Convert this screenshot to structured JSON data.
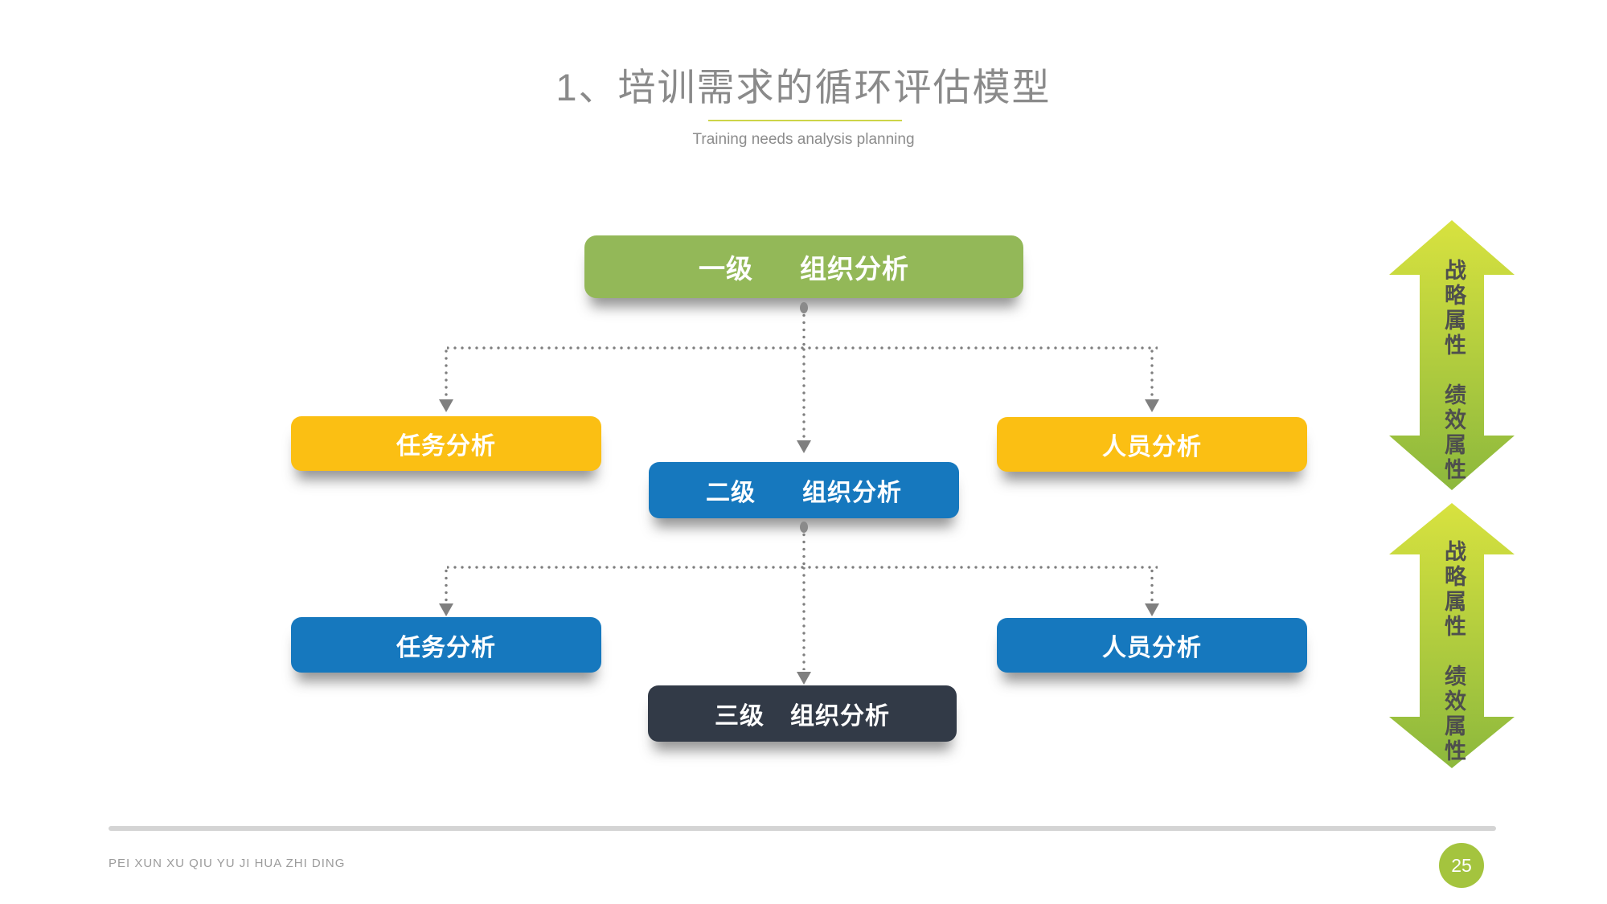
{
  "slide": {
    "title": "1、培训需求的循环评估模型",
    "subtitle": "Training needs analysis planning",
    "footer_text": "PEI XUN XU QIU YU JI HUA ZHI DING",
    "page_number": "25"
  },
  "diagram": {
    "nodes": {
      "level1": {
        "prefix": "一级",
        "label": "组织分析",
        "color": "#93b858"
      },
      "task_top": {
        "label": "任务分析",
        "color": "#fbbf13"
      },
      "person_top": {
        "label": "人员分析",
        "color": "#fbbf13"
      },
      "level2": {
        "prefix": "二级",
        "label": "组织分析",
        "color": "#1678be"
      },
      "task_bottom": {
        "label": "任务分析",
        "color": "#1678be"
      },
      "person_bottom": {
        "label": "人员分析",
        "color": "#1678be"
      },
      "level3": {
        "prefix": "三级",
        "label": "组织分析",
        "color": "#323a47"
      }
    },
    "side_arrows": {
      "upper": {
        "text": "战略属性　绩效属性"
      },
      "lower": {
        "text": "战略属性　绩效属性"
      }
    },
    "connector_color": "#7f7f7f"
  },
  "colors": {
    "title_text": "#8a8a8a",
    "title_underline": "#cdd549",
    "arrow_gradient_top": "#d8e23f",
    "arrow_gradient_bottom": "#8cb83d",
    "page_circle": "#a4c43e",
    "divider": "#d4d4d4"
  }
}
